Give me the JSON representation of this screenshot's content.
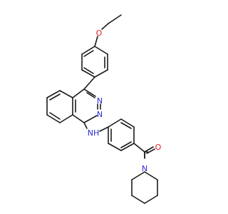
{
  "molecule": {
    "atoms": {
      "ether_oxygen": {
        "symbol": "O",
        "color": "#e02020"
      },
      "diazine_n_top": {
        "symbol": "N",
        "color": "#2d2dd6"
      },
      "diazine_n_bottom": {
        "symbol": "N",
        "color": "#2d2dd6"
      },
      "amine": {
        "symbol": "NH",
        "color": "#2d2dd6"
      },
      "carbonyl_oxygen": {
        "symbol": "O",
        "color": "#e02020"
      },
      "piperidine_n": {
        "symbol": "N",
        "color": "#2d2dd6"
      }
    },
    "bond_color": "#1a1a1a"
  }
}
